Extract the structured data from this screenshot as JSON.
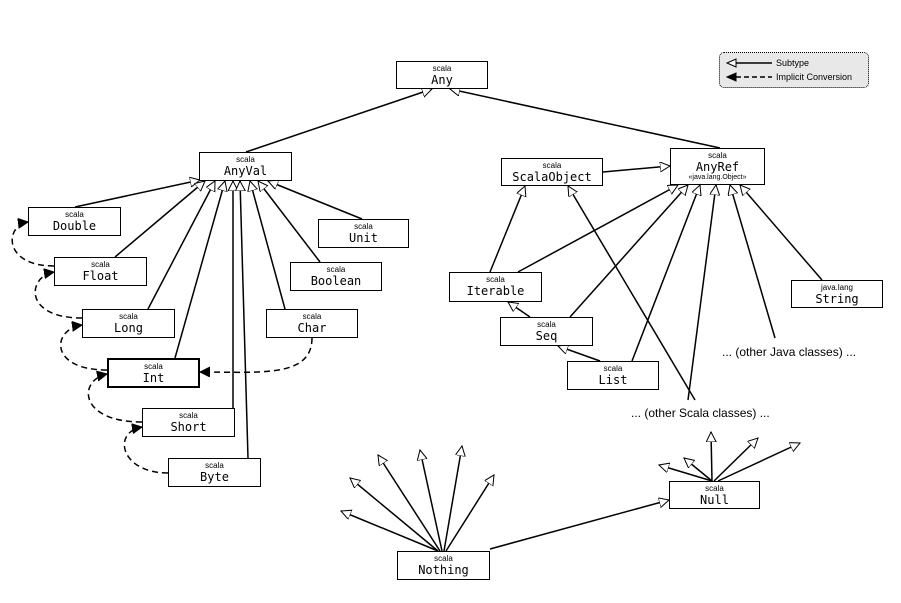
{
  "legend": {
    "subtype_label": "Subtype",
    "implicit_label": "Implicit Conversion"
  },
  "nodes": {
    "any": {
      "pkg": "scala",
      "name": "Any"
    },
    "anyval": {
      "pkg": "scala",
      "name": "AnyVal"
    },
    "anyref": {
      "pkg": "scala",
      "name": "AnyRef",
      "sub": "«java.lang.Object»"
    },
    "scalaobject": {
      "pkg": "scala",
      "name": "ScalaObject"
    },
    "double": {
      "pkg": "scala",
      "name": "Double"
    },
    "float": {
      "pkg": "scala",
      "name": "Float"
    },
    "long": {
      "pkg": "scala",
      "name": "Long"
    },
    "int": {
      "pkg": "scala",
      "name": "Int"
    },
    "short": {
      "pkg": "scala",
      "name": "Short"
    },
    "byte": {
      "pkg": "scala",
      "name": "Byte"
    },
    "unit": {
      "pkg": "scala",
      "name": "Unit"
    },
    "boolean": {
      "pkg": "scala",
      "name": "Boolean"
    },
    "char": {
      "pkg": "scala",
      "name": "Char"
    },
    "iterable": {
      "pkg": "scala",
      "name": "Iterable"
    },
    "seq": {
      "pkg": "scala",
      "name": "Seq"
    },
    "list": {
      "pkg": "scala",
      "name": "List"
    },
    "string": {
      "pkg": "java.lang",
      "name": "String"
    },
    "null": {
      "pkg": "scala",
      "name": "Null"
    },
    "nothing": {
      "pkg": "scala",
      "name": "Nothing"
    }
  },
  "notes": {
    "other_java": "... (other Java classes) ...",
    "other_scala": "... (other Scala classes) ..."
  }
}
